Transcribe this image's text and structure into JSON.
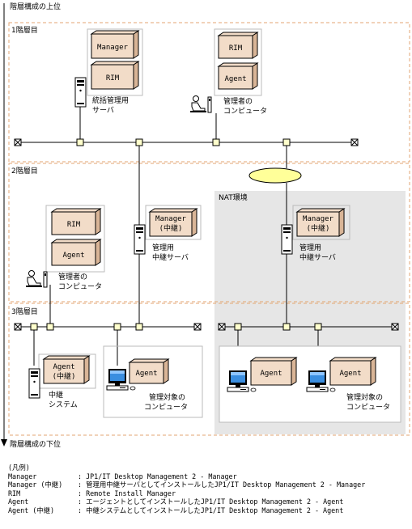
{
  "labels": {
    "top_arrow": "階層構成の上位",
    "bottom_arrow": "階層構成の下位",
    "tier1": "1階層目",
    "tier2": "2階層目",
    "tier3": "3階層目",
    "nat": "NAT環境"
  },
  "boxes": {
    "manager": "Manager",
    "rim": "RIM",
    "agent": "Agent",
    "manager_relay_1": "Manager",
    "manager_relay_2": "(中継)",
    "agent_relay_1": "Agent",
    "agent_relay_2": "(中継)"
  },
  "captions": {
    "central_server_1": "統括管理用",
    "central_server_2": "サーバ",
    "admin_pc_1": "管理者の",
    "admin_pc_2": "コンピュータ",
    "relay_server_1": "管理用",
    "relay_server_2": "中継サーバ",
    "relay_system_1": "中継",
    "relay_system_2": "システム",
    "managed_pc_1": "管理対象の",
    "managed_pc_2": "コンピュータ"
  },
  "legend": {
    "title": "(凡例)",
    "rows": [
      {
        "key": "Manager",
        "value": ": JP1/IT Desktop Management 2 - Manager"
      },
      {
        "key": "Manager (中継)",
        "value": ": 管理用中継サーバとしてインストールしたJP1/IT Desktop Management 2 - Manager"
      },
      {
        "key": "RIM",
        "value": ": Remote Install Manager"
      },
      {
        "key": "Agent",
        "value": ": エージェントとしてインストールしたJP1/IT Desktop Management 2 - Agent"
      },
      {
        "key": "Agent (中継)",
        "value": ": 中継システムとしてインストールしたJP1/IT Desktop Management 2 - Agent"
      }
    ]
  },
  "colors": {
    "box_fill": "#f2dcc8",
    "box_side": "#d9b597",
    "nat_fill": "#e6e6e6",
    "cloud_fill": "#ffff99",
    "node_fill": "#ffffcc"
  }
}
